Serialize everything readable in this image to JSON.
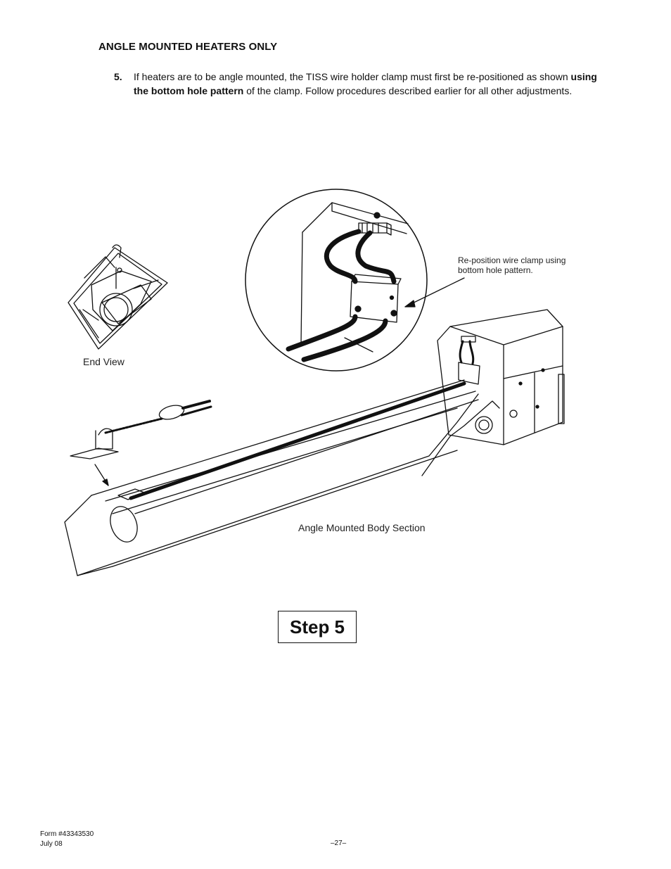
{
  "heading": "ANGLE MOUNTED HEATERS ONLY",
  "step": {
    "number": "5.",
    "text_before": "If heaters are to be angle mounted, the TISS wire holder clamp must first be re-positioned as shown ",
    "text_bold": "using the bottom hole pattern",
    "text_after": " of the clamp. Follow procedures described earlier for all other adjustments."
  },
  "figure": {
    "end_view_label": "End View",
    "body_section_label": "Angle Mounted Body Section",
    "callout_line1": "Re-position wire clamp using",
    "callout_line2": "bottom hole pattern."
  },
  "step_box": "Step 5",
  "footer": {
    "form": "Form #43343530",
    "date": "July 08",
    "page": "–27–"
  }
}
